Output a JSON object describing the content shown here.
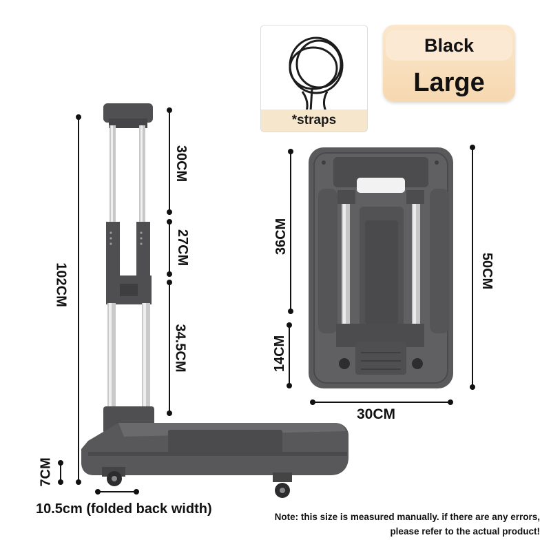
{
  "accessory": {
    "label": "*straps",
    "icon": "straps-icon"
  },
  "variant": {
    "color": "Black",
    "size": "Large"
  },
  "dimensions": {
    "total_height": "102CM",
    "handle_top": "30CM",
    "handle_mid": "27CM",
    "handle_low": "34.5CM",
    "base_height": "7CM",
    "folded_back_width": "10.5cm (folded back width)",
    "folded_inner": "36CM",
    "folded_bottom": "14CM",
    "folded_height": "50CM",
    "folded_width": "30CM"
  },
  "note": "Note: this size is measured manually. if there are any errors, please refer to the actual product!",
  "colors": {
    "frame": "#4f4f51",
    "steel": "#c9c9c9",
    "tag": "#f6d8b0"
  }
}
